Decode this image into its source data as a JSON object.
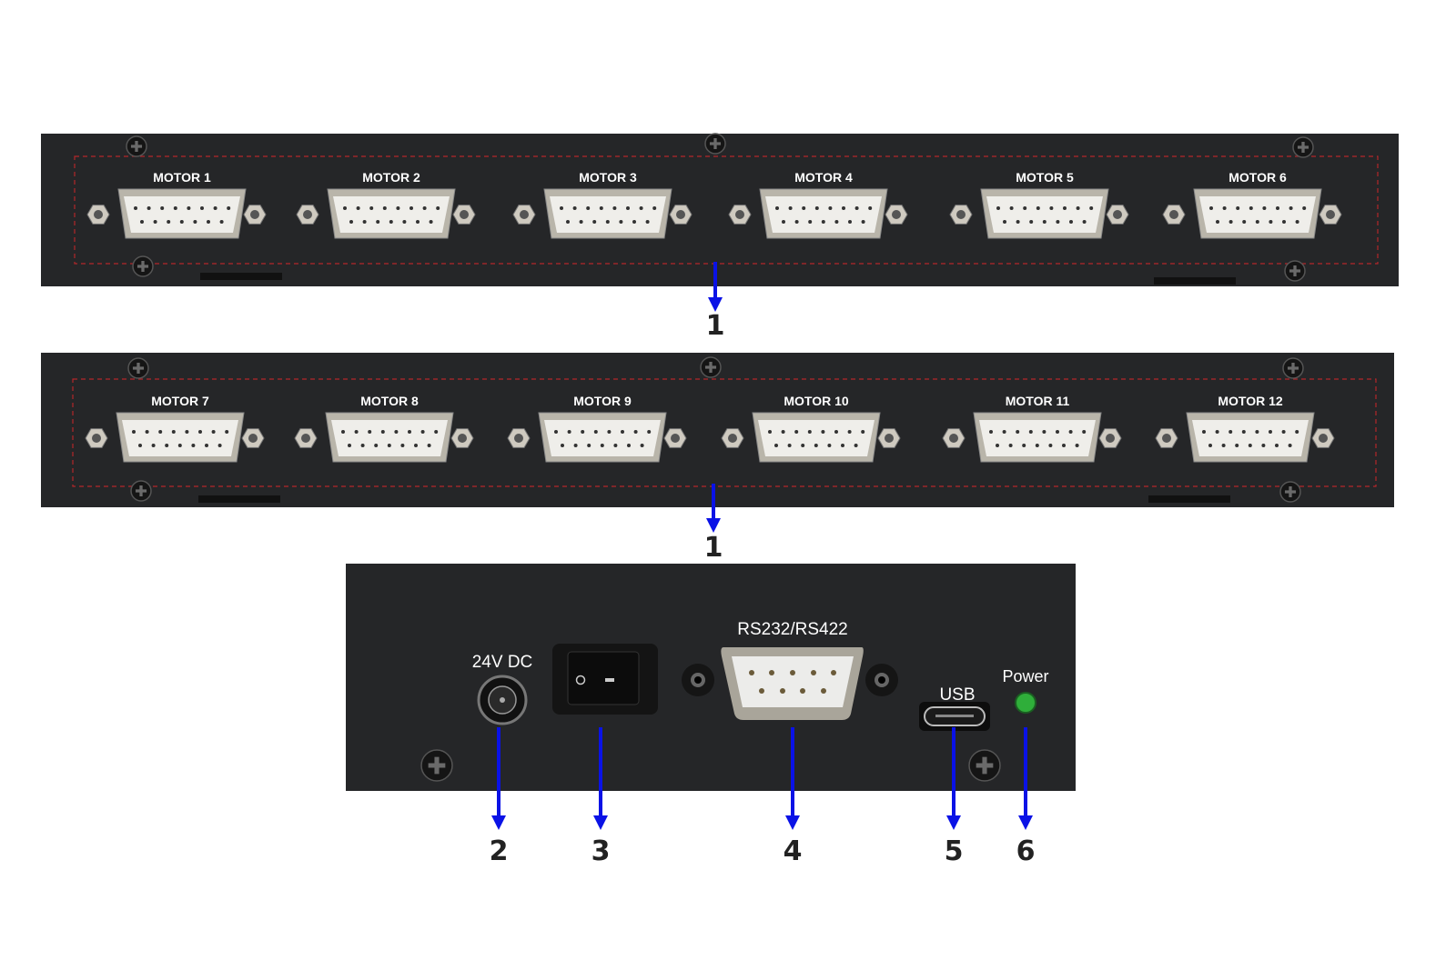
{
  "panels": {
    "top": {
      "motors": [
        "MOTOR 1",
        "MOTOR 2",
        "MOTOR 3",
        "MOTOR 4",
        "MOTOR 5",
        "MOTOR 6"
      ],
      "callout": "1"
    },
    "middle": {
      "motors": [
        "MOTOR 7",
        "MOTOR 8",
        "MOTOR 9",
        "MOTOR 10",
        "MOTOR 11",
        "MOTOR 12"
      ],
      "callout": "1"
    },
    "bottom": {
      "power_input_label": "24V DC",
      "serial_label": "RS232/RS422",
      "usb_label": "USB",
      "led_label": "Power",
      "callouts": [
        "2",
        "3",
        "4",
        "5",
        "6"
      ]
    }
  },
  "colors": {
    "panel": "#252628",
    "arrow": "#0a12e6",
    "dashed_outline": "#b3262a",
    "led": "#2fae3a"
  }
}
